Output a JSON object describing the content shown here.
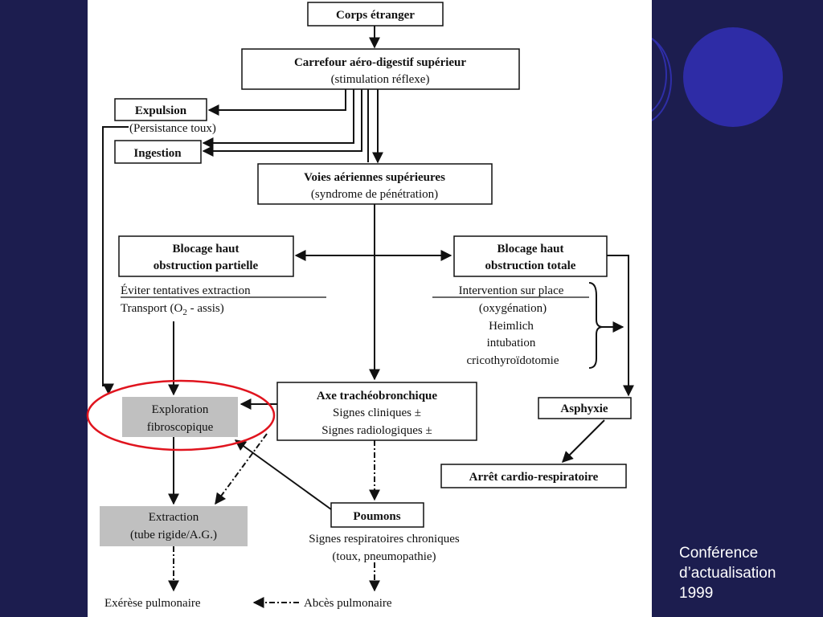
{
  "credit": {
    "line1": "Conférence",
    "line2": "d’actualisation",
    "line3": "1999"
  },
  "nodes": {
    "corps": "Corps étranger",
    "carrefour_title": "Carrefour aéro-digestif supérieur",
    "carrefour_sub": "(stimulation réflexe)",
    "expulsion": "Expulsion",
    "persistance": "(Persistance toux)",
    "ingestion": "Ingestion",
    "voies_title": "Voies aériennes supérieures",
    "voies_sub": "(syndrome de pénétration)",
    "partielle_l1": "Blocage haut",
    "partielle_l2": "obstruction partielle",
    "totale_l1": "Blocage haut",
    "totale_l2": "obstruction totale",
    "eviter": "Éviter tentatives extraction",
    "transport_a": "Transport (O",
    "transport_sub": "2",
    "transport_b": " - assis)",
    "intervention": "Intervention sur place",
    "oxygenation": "(oxygénation)",
    "heimlich": "Heimlich",
    "intubation": "intubation",
    "crico": "cricothyroïdotomie",
    "exploration_l1": "Exploration",
    "exploration_l2": "fibroscopique",
    "axe_title": "Axe trachéobronchique",
    "axe_l2": "Signes cliniques ±",
    "axe_l3": "Signes radiologiques ±",
    "asphyxie": "Asphyxie",
    "arret": "Arrêt cardio-respiratoire",
    "extraction_l1": "Extraction",
    "extraction_l2": "(tube rigide/A.G.)",
    "poumons": "Poumons",
    "signes_resp_l1": "Signes respiratoires chroniques",
    "signes_resp_l2": "(toux, pneumopathie)",
    "exerese": "Exérèse pulmonaire",
    "abces": "Abcès pulmonaire"
  },
  "colors": {
    "background": "#1c1d4f",
    "panel": "#ffffff",
    "highlight_ring": "#e0141e",
    "grey_box": "#c0c0c0",
    "deco_circle": "#2e2ca6"
  }
}
